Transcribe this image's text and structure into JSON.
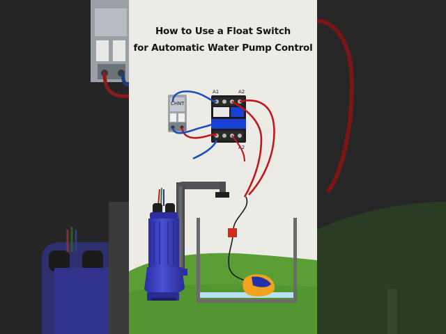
{
  "title": {
    "line1": "How to Use a Float Switch",
    "line2": "for Automatic Water Pump Control"
  },
  "contactor": {
    "terminal_a1": "A1",
    "terminal_a2_top": "A2",
    "terminal_a2_bottom": "A2"
  },
  "breaker": {
    "brand": "CHNT"
  },
  "colors": {
    "wire_red": "#c0161c",
    "wire_blue": "#1f4fb8",
    "contactor_blue": "#1a3fd6",
    "pump_body": "#3b3fc4",
    "grass": "#5a9e35",
    "sky": "#ecebe6",
    "float_ball": "#f0a21c",
    "water": "#b7e1f3"
  }
}
